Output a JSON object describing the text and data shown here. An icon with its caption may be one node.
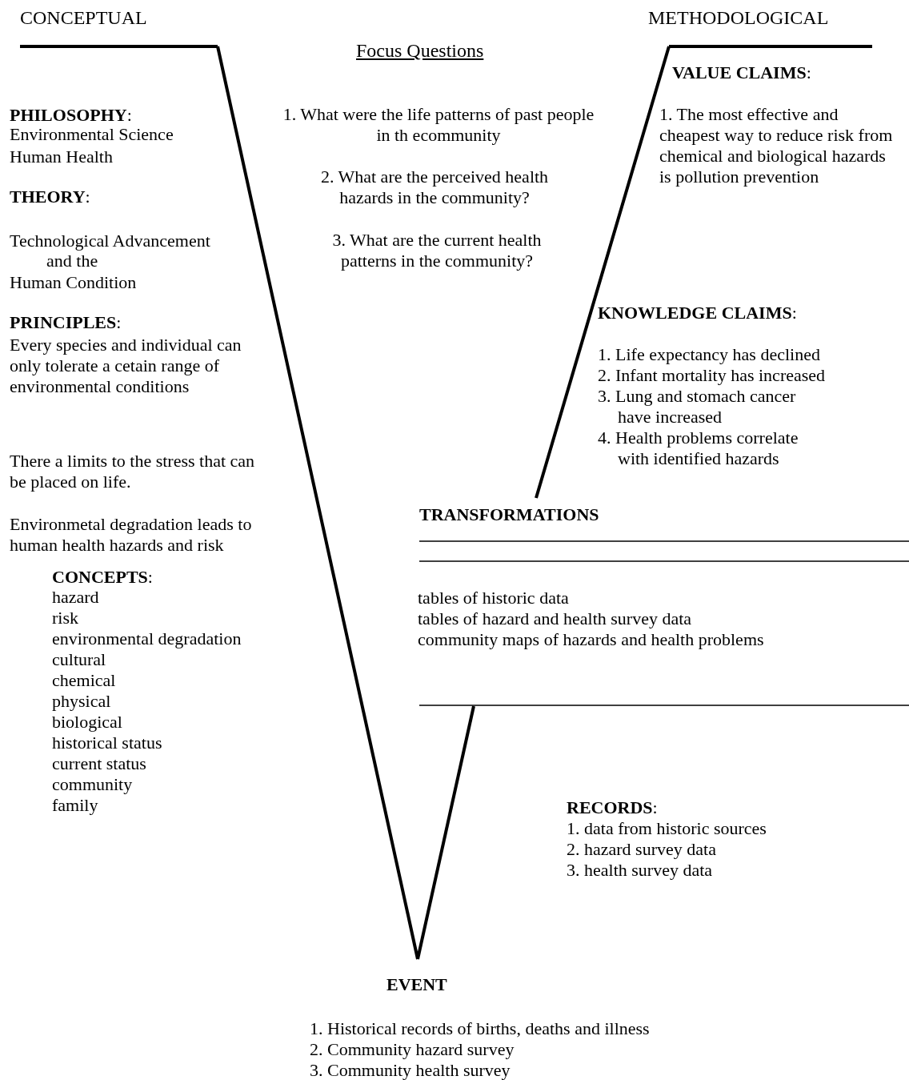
{
  "diagram": {
    "labels": [
      "CONCEPTUAL",
      "METHODOLOGICAL",
      "Focus Questions",
      "**PHILOSOPHY**:",
      "Environmental Science",
      "Human Health",
      "**THEORY**:",
      "Technological Advancement",
      "and the",
      "Human Condition",
      "**PRINCIPLES**:",
      "Every species and individual can only tolerate a cetain range of environmental conditions",
      "There a limits to the stress that can be placed on life.",
      "Environmetal degradation leads to human health hazards and risk",
      "**CONCEPTS**:",
      "hazard",
      "risk",
      "environmental degradation",
      "cultural",
      "chemical",
      "physical",
      "biological",
      "historical status",
      "current status",
      "community",
      "family",
      "1.  What were the life patterns of past people in th ecommunity",
      "2. What are the perceived health hazards in the community?",
      "3.  What are the current health patterns in the community?",
      "**VALUE CLAIMS**:",
      "1.   The most effective and cheapest way to reduce risk from chemical and biological hazards is pollution prevention",
      "**KNOWLEDGE CLAIMS**:",
      "1.  Life expectancy has declined",
      "2.  Infant mortality has increased",
      "3.  Lung and stomach cancer have increased",
      "4.  Health problems correlate with identified hazards",
      "TRANSFORMATIONS",
      "tables of historic data",
      "tables of hazard and health survey data",
      "community maps of hazards and health problems",
      "**RECORDS**:",
      "1.  data from historic sources",
      "2.  hazard survey data",
      "3.  health survey data",
      "EVENT",
      "1.  Historical records of births, deaths and illness",
      "2.  Community hazard survey",
      "3.  Community health survey"
    ]
  }
}
